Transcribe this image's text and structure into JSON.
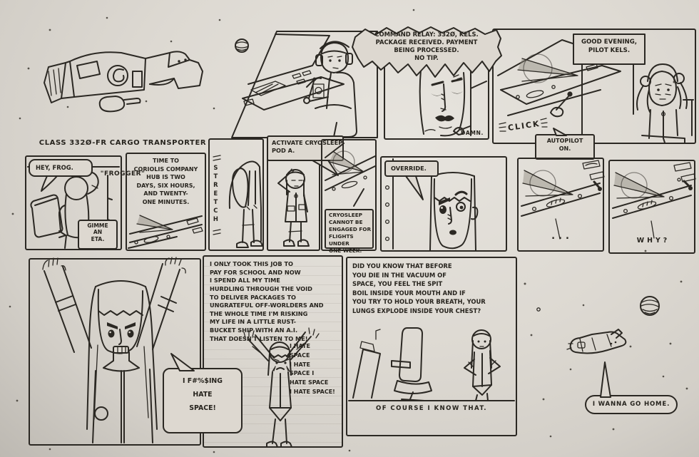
{
  "colors": {
    "ink": "#2b2823",
    "paper": "#ddd8d0"
  },
  "caption": {
    "line1": "CLASS 332Ø-FR CARGO TRANSPORTER",
    "line2": "\"FROGGER\""
  },
  "row1": {
    "radio_bubble": "COMMAND RELAY: 332Ø, KELS.\nPACKAGE RECEIVED. PAYMENT\nBEING PROCESSED.\nNO TIP.",
    "damn": "DAMN.",
    "sign": "GOOD EVENING,\nPILOT KELS.",
    "click_sfx": "CLICK",
    "autopilot": "AUTOPILOT\nON."
  },
  "row2": {
    "hey_frog": "HEY, FROG.",
    "gimme_eta": "GIMME\nAN\nETA.",
    "eta_report": "TIME TO\nCORIOLIS COMPANY\nHUB IS TWO\nDAYS, SIX HOURS,\nAND TWENTY-\nONE MINUTES.",
    "stretch_sfx": "STRETCH",
    "activate": "ACTIVATE CRYOSLEEP\nPOD A.",
    "denied": "CRYOSLEEP\nCANNOT BE\nENGAGED FOR\nFLIGHTS UNDER\nONE WEEK.",
    "override": "OVERRIDE.",
    "silence": "...",
    "why": "WHY?"
  },
  "row3": {
    "rant": "I ONLY TOOK THIS JOB TO\nPAY FOR SCHOOL AND NOW\nI SPEND ALL MY TIME\nHURDLING THROUGH THE VOID\nTO DELIVER PACKAGES TO\nUNGRATEFUL OFF-WORLDERS AND\nTHE WHOLE TIME I'M RISKING\nMY LIFE IN A LITTLE RUST-\nBUCKET SHIP WITH AN A.I.\nTHAT DOESN'T LISTEN TO ME!",
    "hate_chant": "I HATE\nSPACE\nI HATE\nSPACE I\nHATE SPACE\nI HATE SPACE!",
    "fbomb": "I F#%$ING\nHATE\nSPACE!",
    "vacuum_fact": "DID YOU KNOW THAT BEFORE\nYOU DIE IN THE VACUUM OF\nSPACE, YOU FEEL THE SPIT\nBOIL INSIDE YOUR MOUTH AND IF\nYOU TRY TO HOLD YOUR BREATH, YOUR\nLUNGS EXPLODE INSIDE YOUR CHEST?",
    "of_course": "OF COURSE I KNOW THAT.",
    "go_home": "I WANNA GO HOME."
  }
}
